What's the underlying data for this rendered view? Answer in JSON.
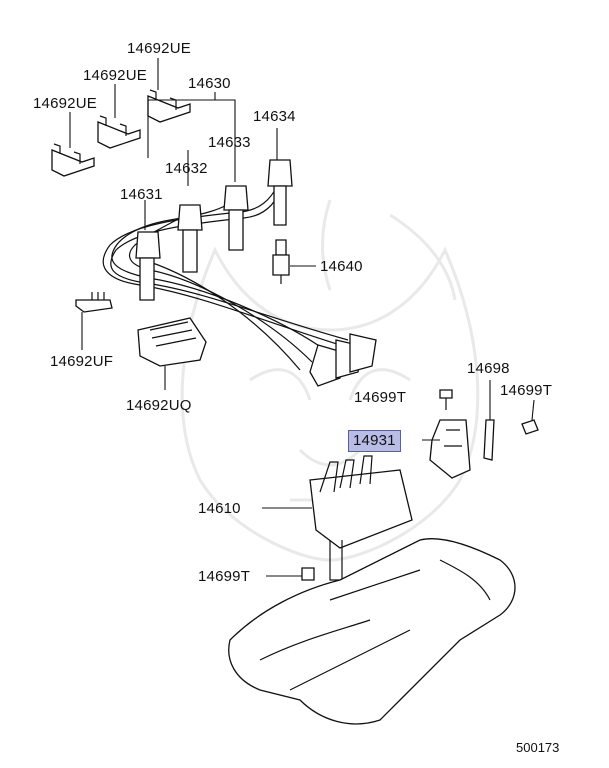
{
  "part_labels": {
    "p14692UE_top": "14692UE",
    "p14692UE_mid": "14692UE",
    "p14692UE_left": "14692UE",
    "p14630": "14630",
    "p14634": "14634",
    "p14633": "14633",
    "p14632": "14632",
    "p14631": "14631",
    "p14640": "14640",
    "p14692UF": "14692UF",
    "p14692UQ": "14692UQ",
    "p14698": "14698",
    "p14699T_a": "14699T",
    "p14699T_b": "14699T",
    "p14931": "14931",
    "p14610": "14610",
    "p14699T_c": "14699T"
  },
  "highlight_color": "#b9bde6",
  "diagram_code": "500173"
}
